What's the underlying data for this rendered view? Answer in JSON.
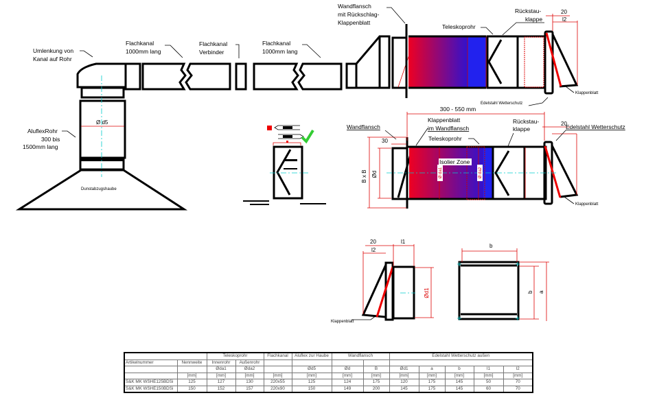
{
  "labels": {
    "umlenkung": [
      "Umlenkung von",
      "Kanal auf Rohr"
    ],
    "flachkanal1": [
      "Flachkanal",
      "1000mm lang"
    ],
    "verbinder": [
      "Flachkanal",
      "Verbinder"
    ],
    "flachkanal2": [
      "Flachkanal",
      "1000mm lang"
    ],
    "wandflansch_top": [
      "Wandflansch",
      "mit Rückschlag-",
      "Klappenblatt"
    ],
    "teleskoprohr": "Teleskoprohr",
    "rueckstau": [
      "Rückstau-",
      "klappe"
    ],
    "klappenblatt": "Klappenblatt",
    "edelstahl_small": "Edelstahl Wetterschutz",
    "aluflex": [
      "AluflexRohr",
      "300 bis",
      "1500mm lang"
    ],
    "d5": "Ø d5",
    "hood": "Dunstabzugshaube",
    "length_range": "300 - 550 mm",
    "wandflansch": "Wandflansch",
    "klappenblatt_wf": [
      "Klappenblatt",
      "im Wandflansch"
    ],
    "edelstahl": "Edelstahl Wetterschutz",
    "isolier": "Isolier Zone",
    "da1": "Ø da1",
    "da2": "Ø da2",
    "bxb": "B x B",
    "od": "Ød",
    "dim20": "20",
    "dim30": "30",
    "l1": "l1",
    "l2": "l2",
    "b": "b",
    "a": "a",
    "d1": "Ød1"
  },
  "table": {
    "groups": {
      "teleskop": "Teleskoprohr",
      "flachkanal": "Flachkanal",
      "aluflex": "Aluflex zur Haube",
      "wandflansch": "Wandflansch",
      "edelstahl": "Edelstahl Wetterschutz außen"
    },
    "headers": [
      "Artikelnummer",
      "Nennweite",
      "Innenrohr",
      "Außenrohr"
    ],
    "symbols": [
      "",
      "",
      "Øda1",
      "Øda2",
      "",
      "Ød5",
      "Ød",
      "B",
      "Ød1",
      "a",
      "b",
      "l1",
      "l2"
    ],
    "units": [
      "",
      "[mm]",
      "[mm]",
      "[mm]",
      "[mm]",
      "[mm]",
      "[mm]",
      "[mm]",
      "[mm]",
      "[mm]",
      "[mm]",
      "[mm]",
      "[mm]"
    ],
    "rows": [
      [
        "S&K MK WSHE125BDSi",
        "125",
        "127",
        "130",
        "220x55",
        "125",
        "124",
        "175",
        "120",
        "175",
        "145",
        "50",
        "70"
      ],
      [
        "S&K MK WSHE150BDSi",
        "150",
        "152",
        "157",
        "220x90",
        "150",
        "149",
        "200",
        "145",
        "175",
        "145",
        "60",
        "70"
      ]
    ]
  },
  "colors": {
    "gradient_start": "#ee0022",
    "gradient_end": "#2222ee",
    "dimension": "#dd0000",
    "axis": "#00cccc",
    "check": "#33cc33"
  }
}
